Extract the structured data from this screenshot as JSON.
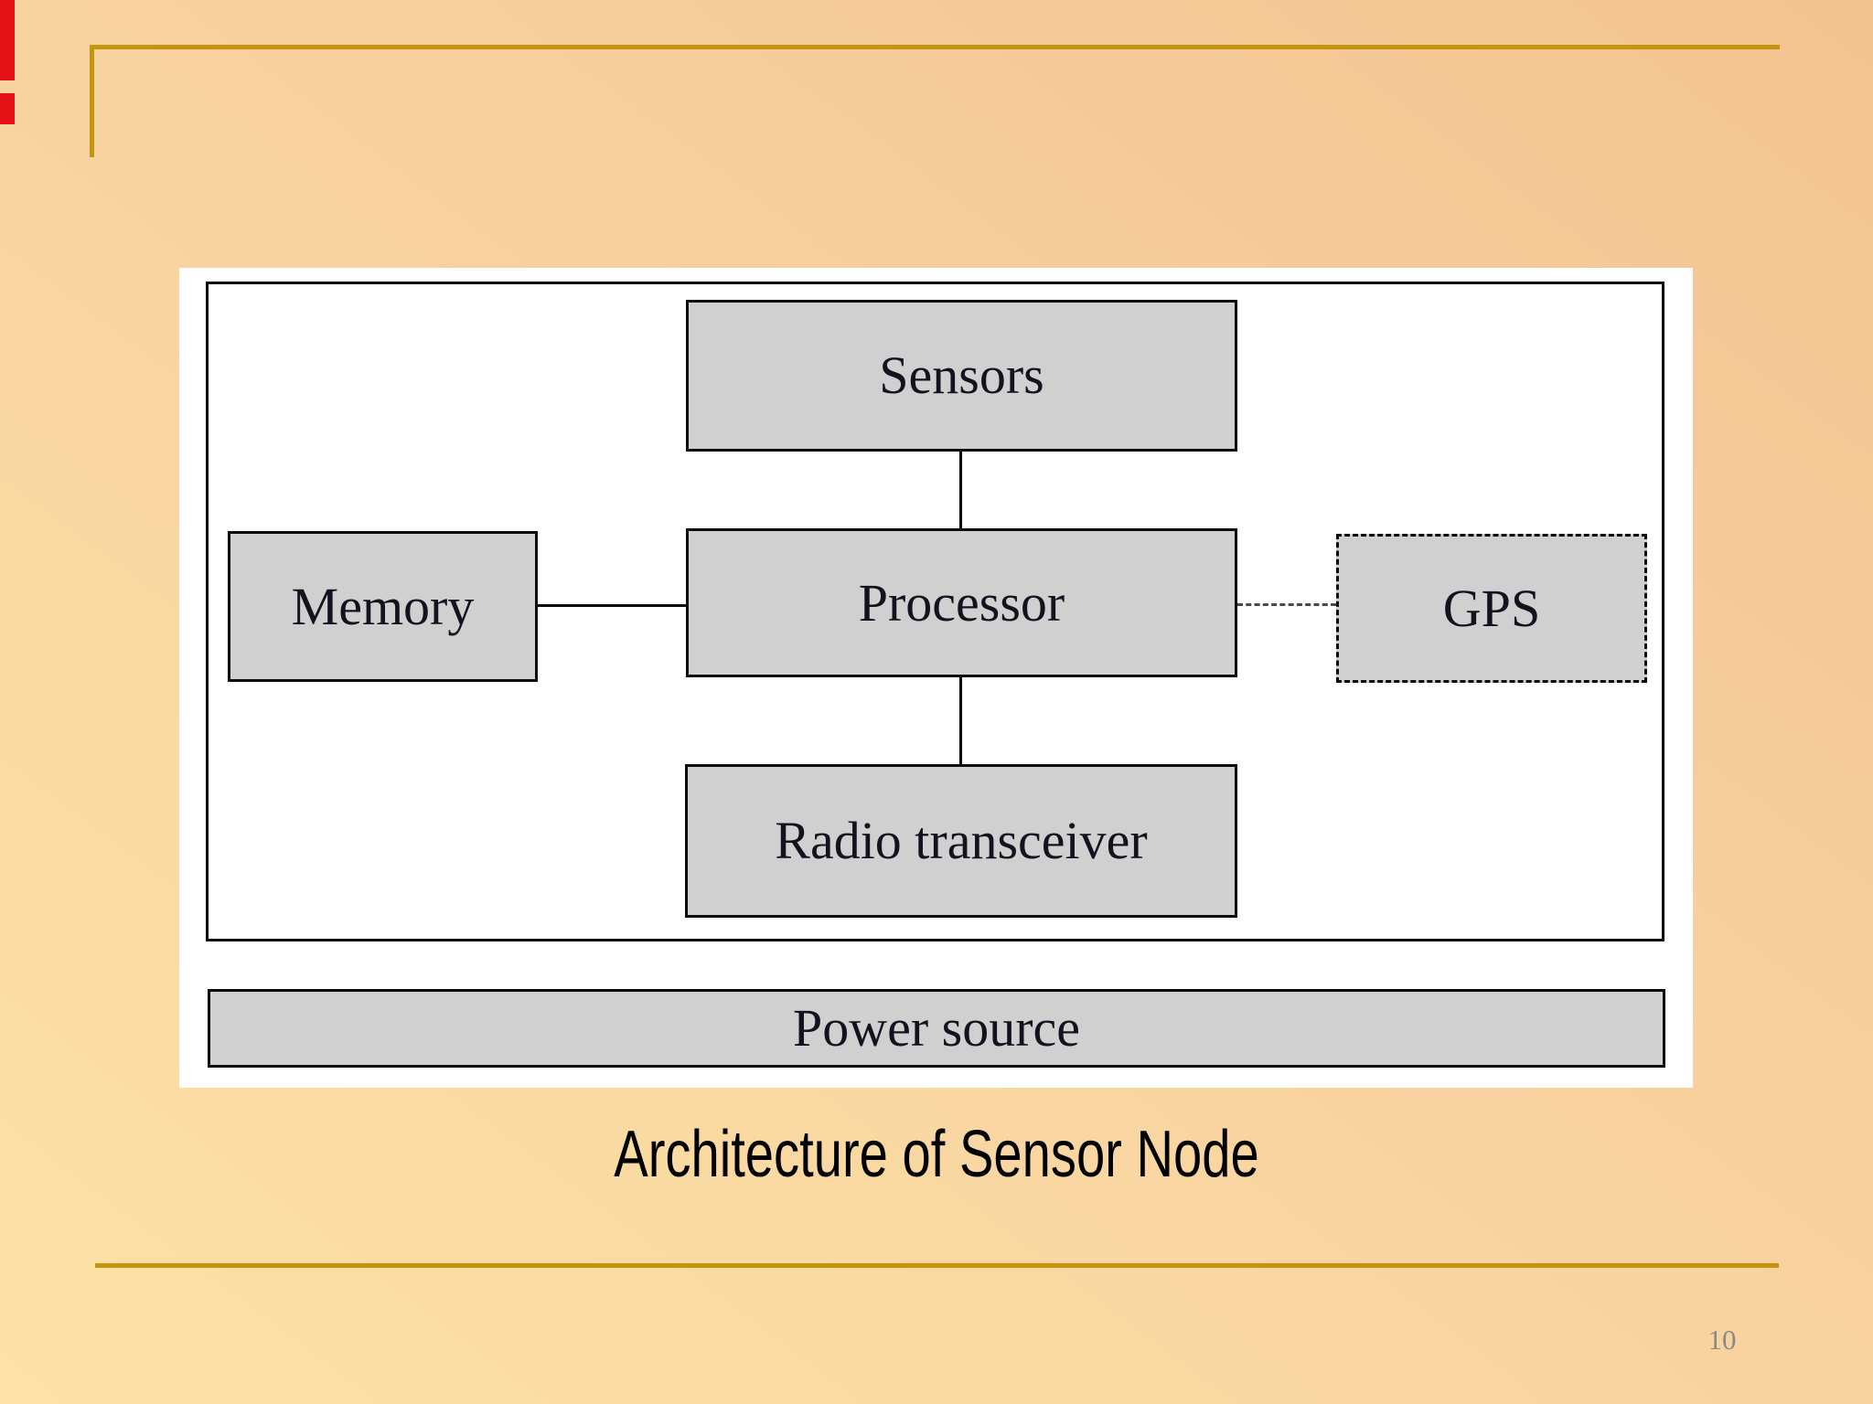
{
  "title_caption": "Architecture of Sensor Node",
  "page_number": "10",
  "diagram": {
    "nodes": [
      {
        "id": "sensors",
        "label": "Sensors",
        "border_style": "solid"
      },
      {
        "id": "memory",
        "label": "Memory",
        "border_style": "solid"
      },
      {
        "id": "processor",
        "label": "Processor",
        "border_style": "solid"
      },
      {
        "id": "gps",
        "label": "GPS",
        "border_style": "dashed"
      },
      {
        "id": "radio-transceiver",
        "label": "Radio transceiver",
        "border_style": "solid"
      },
      {
        "id": "power-source",
        "label": "Power source",
        "border_style": "solid"
      }
    ],
    "edges": [
      {
        "from": "sensors",
        "to": "processor",
        "style": "solid"
      },
      {
        "from": "memory",
        "to": "processor",
        "style": "solid"
      },
      {
        "from": "processor",
        "to": "radio-transceiver",
        "style": "solid"
      },
      {
        "from": "processor",
        "to": "gps",
        "style": "dashed"
      }
    ]
  },
  "colors": {
    "background_top_right": "#f3c391",
    "background_bottom_left": "#fce2a6",
    "gold_rule": "#c4940e",
    "panel": "#ffffff",
    "node_fill": "#d0d0d0",
    "node_border": "#0b0b0b",
    "node_text": "#13131f",
    "caption_text": "#000000",
    "page_number_text": "#8a8a84",
    "screen_artifact_red": "#e41217"
  }
}
